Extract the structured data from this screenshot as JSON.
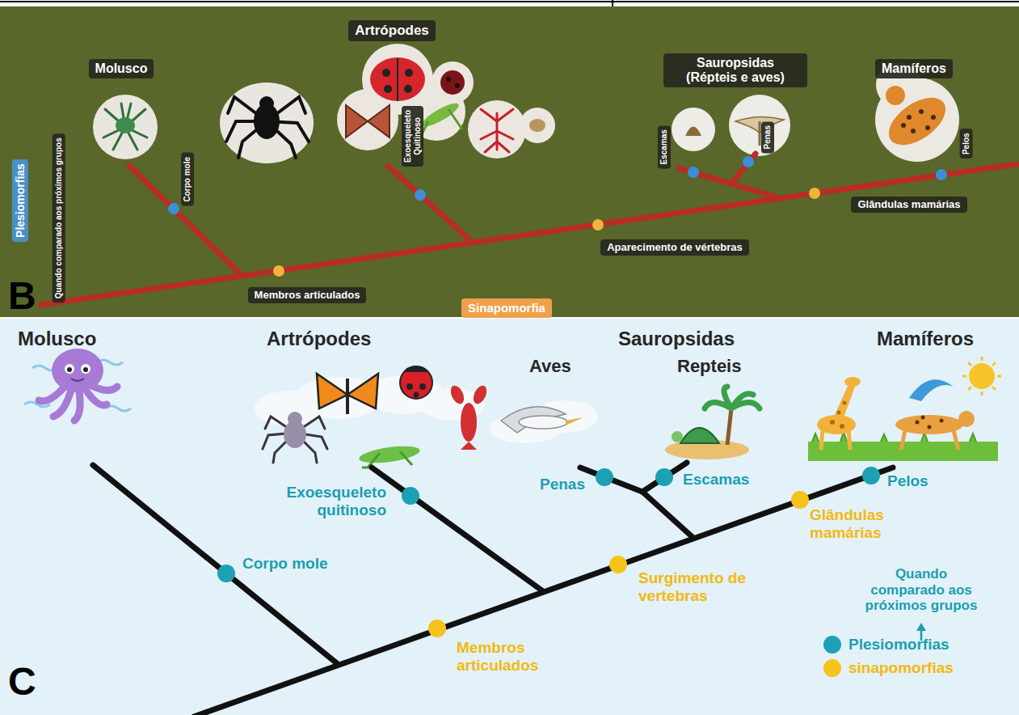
{
  "diagram": {
    "nodes": [
      {
        "text": [
          "Artrópodes"
        ]
      },
      {
        "text": [
          "Molusco"
        ]
      },
      {
        "text": [
          "Sauropsidas (Répteis e aves)"
        ]
      },
      {
        "text": [
          "Mamíferos"
        ]
      },
      {
        "text": [
          "Plesiomorfias"
        ]
      },
      {
        "text": [
          "Quando comparado aos próximos grupos"
        ]
      },
      {
        "text": [
          "Corpo mole"
        ]
      },
      {
        "text": [
          "Exoesqueleto Quitinoso"
        ]
      },
      {
        "text": [
          "Escamas"
        ]
      },
      {
        "text": [
          "Penas"
        ]
      },
      {
        "text": [
          "Pelos"
        ]
      },
      {
        "text": [
          "Glândulas mamárias"
        ]
      },
      {
        "text": [
          "Aparecimento de vértebras"
        ]
      },
      {
        "text": [
          "Membros articulados"
        ]
      },
      {
        "text": [
          "Sinapomorfia"
        ]
      }
    ],
    "labels": [
      "B",
      "Molusco",
      "Artrópodes",
      "Sauropsidas",
      "Aves",
      "Repteis",
      "Mamíferos",
      "Exoesqueleto quitinoso",
      "Penas",
      "Escamas",
      "Pelos",
      "Corpo mole",
      "Glândulas mamárias",
      "Surgimento de vertebras",
      "Membros articulados",
      "Quando comparado aos próximos grupos",
      "C"
    ],
    "legend": [
      {
        "text": "Plesiomorfias",
        "color": "#1ba1b3"
      },
      {
        "text": "sinapomorfias",
        "color": "#f6c21c"
      }
    ]
  }
}
